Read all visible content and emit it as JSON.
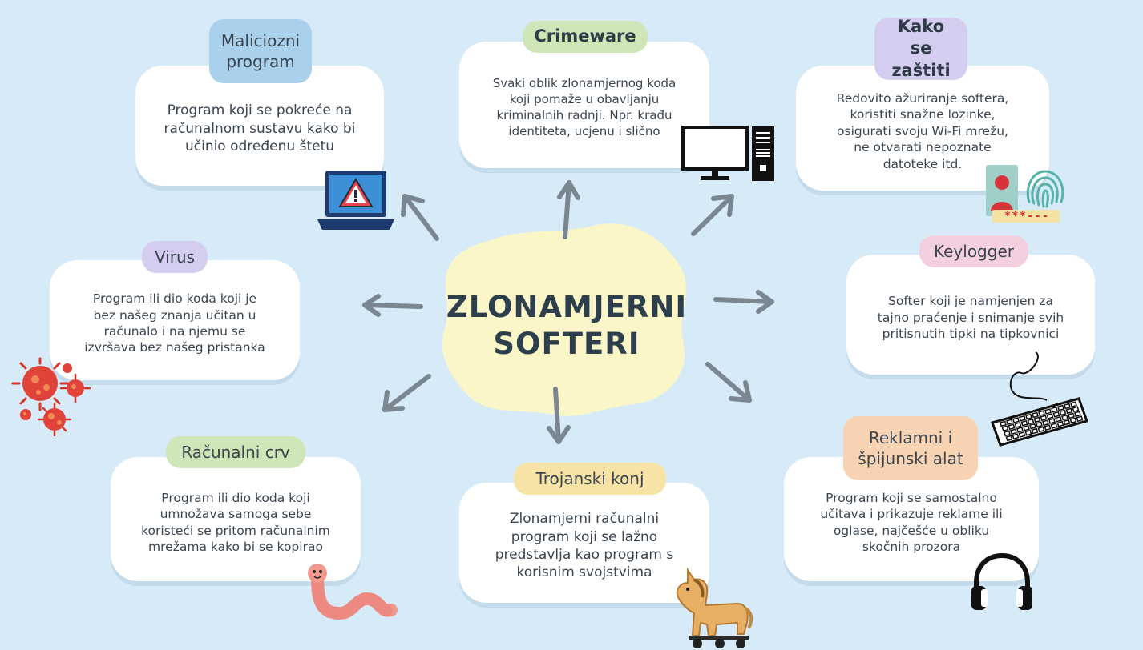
{
  "center": {
    "title": "ZLONAMJERNI\nSOFTERI"
  },
  "colors": {
    "background": "#d6ebf7",
    "blob": "#fbf6c8",
    "tag_blue": "#a9d1ec",
    "tag_green": "#cfe6b8",
    "tag_purple": "#d5cdef",
    "tag_pink": "#f3cfe0",
    "tag_orange": "#f7d3b3",
    "tag_yellow": "#f8e3a6",
    "arrow": "#7a8791"
  },
  "nodes": {
    "maliciozni": {
      "tag": "Maliciozni\nprogram",
      "text": "Program koji se pokreće na\nračunalnom sustavu kako bi\nučinio određenu štetu",
      "icon": "laptop-warning-icon"
    },
    "crimeware": {
      "tag": "Crimeware",
      "text": "Svaki oblik zlonamjernog koda\nkoji pomaže u obavljanju\nkriminalnih radnji. Npr. krađu\nidentiteta, ucjenu i slično",
      "icon": "desktop-computer-icon"
    },
    "kako": {
      "tag": "Kako se\nzaštiti",
      "text": "Redovito ažuriranje softera,\nkoristiti snažne lozinke,\nosigurati svoju Wi-Fi mrežu,\nne otvarati nepoznate\ndatoteke itd.",
      "icon": "fingerprint-password-icon",
      "password_mask": "***---"
    },
    "virus": {
      "tag": "Virus",
      "text": "Program ili dio koda koji je\nbez našeg znanja učitan u\nračunalo i na njemu se\nizvršava bez našeg pristanka",
      "icon": "virus-icon"
    },
    "keylogger": {
      "tag": "Keylogger",
      "text": "Softer koji je namjenjen za\ntajno praćenje i snimanje svih\npritisnutih tipki na tipkovnici",
      "icon": "keyboard-icon"
    },
    "crv": {
      "tag": "Računalni crv",
      "text": "Program ili dio koda koji\numnožava samoga sebe\nkoristeći se pritom računalnim\nmrežama kako bi se kopirao",
      "icon": "worm-icon"
    },
    "trojanski": {
      "tag": "Trojanski konj",
      "text": "Zlonamjerni računalni\nprogram koji se lažno\npredstavlja kao program s\nkorisnim svojstvima",
      "icon": "trojan-horse-icon"
    },
    "reklamni": {
      "tag": "Reklamni i\nšpijunski alat",
      "text": "Program koji se samostalno\nučitava i prikazuje reklame ili\noglase, najčešće u obliku\nskočnih prozora",
      "icon": "headphones-icon"
    }
  }
}
